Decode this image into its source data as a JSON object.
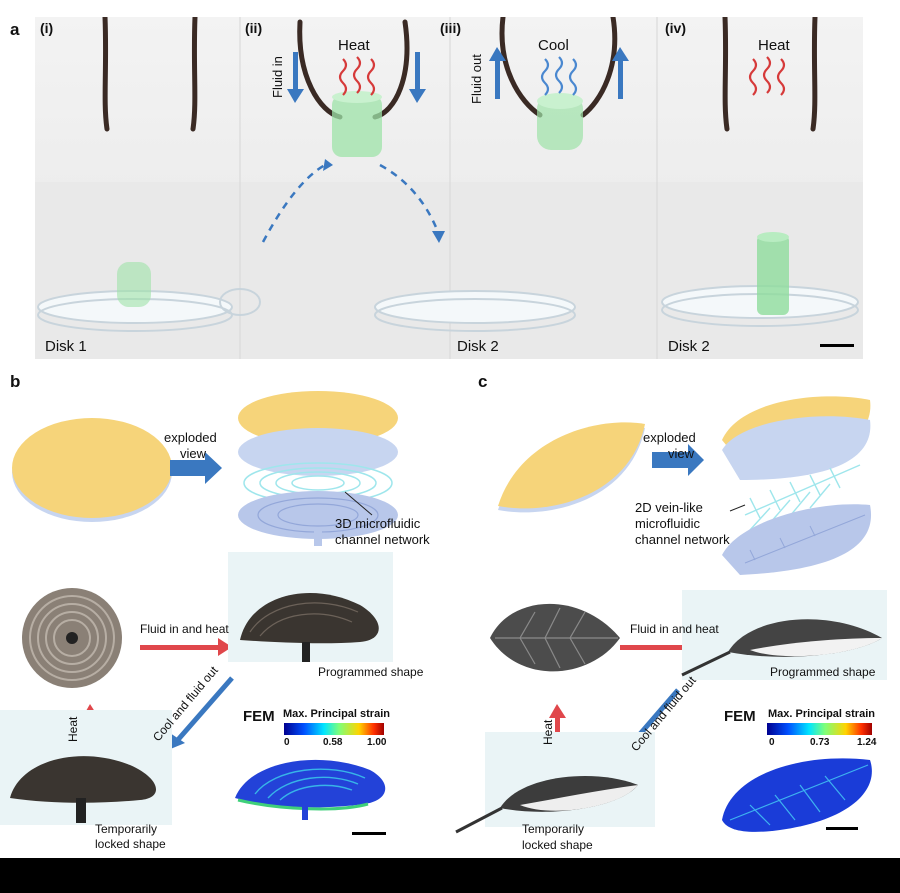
{
  "panel_labels": {
    "a": "a",
    "b": "b",
    "c": "c"
  },
  "a": {
    "steps": [
      "(i)",
      "(ii)",
      "(iii)",
      "(iv)"
    ],
    "heat_label": "Heat",
    "cool_label": "Cool",
    "fluid_in": "Fluid in",
    "fluid_out": "Fluid out",
    "disk1": "Disk 1",
    "disk2": "Disk 2",
    "disk2b": "Disk 2"
  },
  "b": {
    "exploded": "exploded",
    "view": "view",
    "network_line1": "3D microfluidic",
    "network_line2": "channel network",
    "fluid_in_heat": "Fluid in and heat",
    "programmed": "Programmed shape",
    "cool_fluid_out": "Cool and fluid out",
    "heat": "Heat",
    "temp_line1": "Temporarily",
    "temp_line2": "locked shape",
    "fem": "FEM",
    "strain_title": "Max. Principal strain",
    "ticks": [
      "0",
      "0.58",
      "1.00"
    ]
  },
  "c": {
    "exploded": "exploded",
    "view": "view",
    "network_line1": "2D vein-like",
    "network_line2": "microfluidic",
    "network_line3": "channel network",
    "fluid_in_heat": "Fluid in and heat",
    "programmed": "Programmed shape",
    "cool_fluid_out": "Cool and fluid out",
    "heat": "Heat",
    "temp_line1": "Temporarily",
    "temp_line2": "locked shape",
    "fem": "FEM",
    "strain_title": "Max. Principal strain",
    "ticks": [
      "0",
      "0.73",
      "1.24"
    ]
  },
  "colors": {
    "disk_yellow": "#f6d47a",
    "layer_blue": "#c7d5f0",
    "channel_cyan": "#9fe6ec",
    "arrow_blue": "#3a78c0",
    "arrow_red": "#e0474b",
    "tube_green": "#9ee3a8"
  }
}
